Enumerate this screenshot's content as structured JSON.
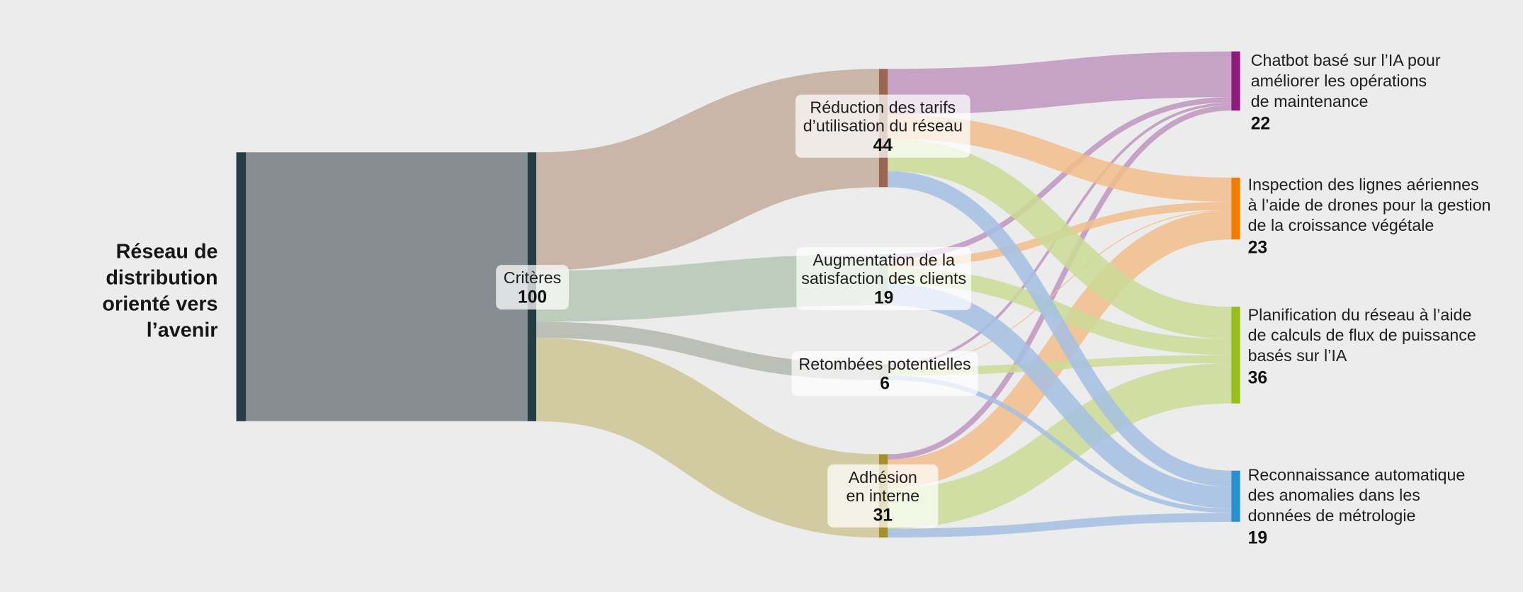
{
  "chart_data": {
    "type": "sankey",
    "title": "",
    "unit_total": 100,
    "root": {
      "id": "root",
      "label_lines": [
        "Réseau de",
        "distribution",
        "orienté vers",
        "l’avenir"
      ],
      "color": "#243d42",
      "fill": "#868e94"
    },
    "criteria": {
      "id": "crit",
      "label_lines": [
        "Critères"
      ],
      "value": 100,
      "color": "#243d42"
    },
    "middle_nodes": [
      {
        "id": "red",
        "label_lines": [
          "Réduction des tarifs",
          "d’utilisation du réseau"
        ],
        "value": 44,
        "color": "#9a6651",
        "flow_color": "#c4ab9d"
      },
      {
        "id": "aug",
        "label_lines": [
          "Augmentation de la",
          "satisfaction des clients"
        ],
        "value": 19,
        "color": "#9fb89d",
        "flow_color": "#b5c7b4"
      },
      {
        "id": "ret",
        "label_lines": [
          "Retombées potentielles"
        ],
        "value": 6,
        "color": "#a3a89c",
        "flow_color": "#b3b7ad"
      },
      {
        "id": "adh",
        "label_lines": [
          "Adhésion",
          "en interne"
        ],
        "value": 31,
        "color": "#a68f2a",
        "flow_color": "#cec494"
      }
    ],
    "target_nodes": [
      {
        "id": "chat",
        "label_lines": [
          "Chatbot basé sur l’IA pour",
          "améliorer les opérations",
          "de maintenance"
        ],
        "value": 22,
        "color": "#8e1a7e",
        "flow_color": "#c096c0"
      },
      {
        "id": "insp",
        "label_lines": [
          "Inspection des lignes aériennes",
          "à l’aide de drones pour la gestion",
          "de la croissance végétale"
        ],
        "value": 23,
        "color": "#f07d00",
        "flow_color": "#f2bd8c"
      },
      {
        "id": "plan",
        "label_lines": [
          "Planification du réseau à l’aide",
          "de calculs de flux de puissance",
          "basés sur l’IA"
        ],
        "value": 36,
        "color": "#97be1d",
        "flow_color": "#cbdb96"
      },
      {
        "id": "rec",
        "label_lines": [
          "Reconnaissance automatique",
          "des anomalies dans les",
          "données de métrologie"
        ],
        "value": 19,
        "color": "#2a8fcf",
        "flow_color": "#a3bfe3"
      }
    ],
    "links": [
      {
        "source": "red",
        "target": "chat",
        "value": 17
      },
      {
        "source": "red",
        "target": "insp",
        "value": 9
      },
      {
        "source": "red",
        "target": "plan",
        "value": 12
      },
      {
        "source": "red",
        "target": "rec",
        "value": 6
      },
      {
        "source": "aug",
        "target": "chat",
        "value": 2
      },
      {
        "source": "aug",
        "target": "insp",
        "value": 3
      },
      {
        "source": "aug",
        "target": "plan",
        "value": 6
      },
      {
        "source": "aug",
        "target": "rec",
        "value": 8
      },
      {
        "source": "ret",
        "target": "chat",
        "value": 1
      },
      {
        "source": "ret",
        "target": "insp",
        "value": 0.3
      },
      {
        "source": "ret",
        "target": "plan",
        "value": 3
      },
      {
        "source": "ret",
        "target": "rec",
        "value": 1.7
      },
      {
        "source": "adh",
        "target": "chat",
        "value": 2
      },
      {
        "source": "adh",
        "target": "insp",
        "value": 10.7
      },
      {
        "source": "adh",
        "target": "plan",
        "value": 15
      },
      {
        "source": "adh",
        "target": "rec",
        "value": 3.3
      }
    ]
  }
}
